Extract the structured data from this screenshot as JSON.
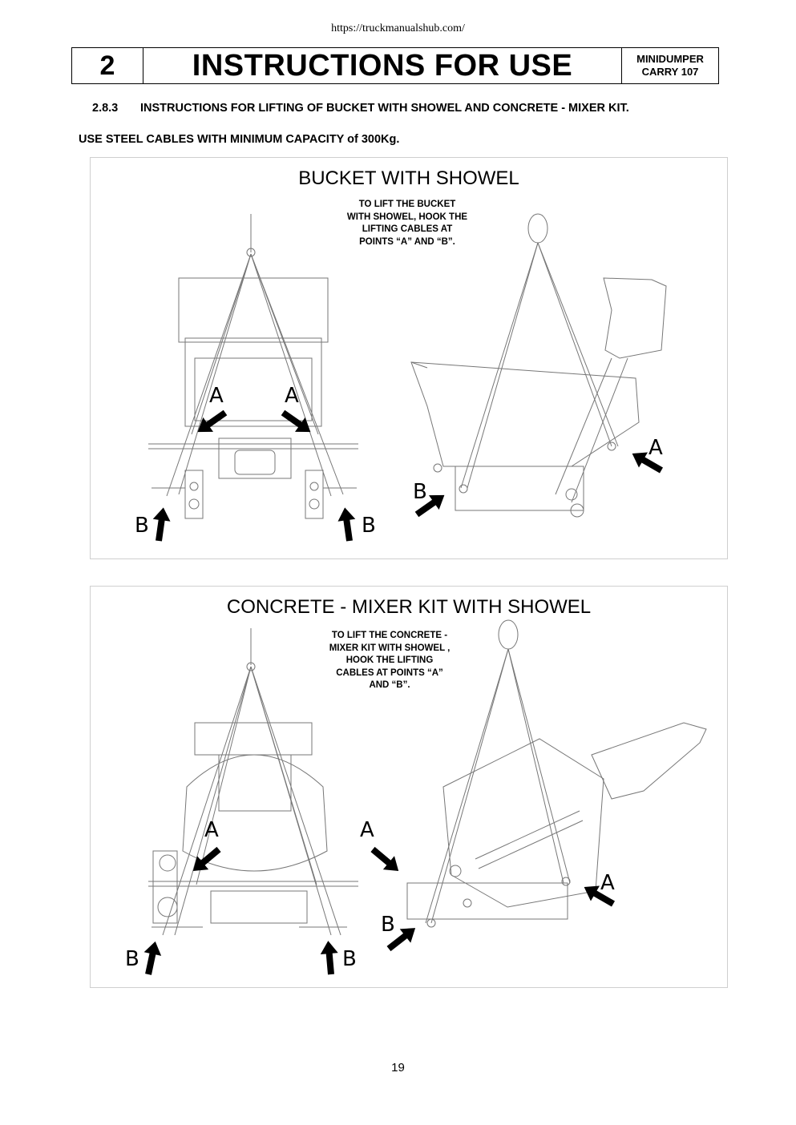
{
  "header": {
    "url": "https://truckmanualshub.com/",
    "chapter_number": "2",
    "chapter_title": "INSTRUCTIONS FOR USE",
    "model_line1": "MINIDUMPER",
    "model_line2": "CARRY 107"
  },
  "section": {
    "number": "2.8.3",
    "title": "INSTRUCTIONS FOR LIFTING OF BUCKET WITH SHOWEL AND CONCRETE - MIXER KIT."
  },
  "warning": "USE STEEL CABLES WITH MINIMUM CAPACITY  of 300Kg.",
  "panel1": {
    "title": "BUCKET WITH SHOWEL",
    "note_lines": [
      "TO LIFT THE BUCKET",
      "WITH SHOWEL, HOOK THE",
      "LIFTING CABLES AT",
      "POINTS “A” AND “B”."
    ],
    "label_a": "A",
    "label_b": "B"
  },
  "panel2": {
    "title": "CONCRETE - MIXER KIT WITH SHOWEL",
    "note_lines": [
      "TO LIFT THE CONCRETE -",
      "MIXER KIT WITH SHOWEL ,",
      "HOOK THE LIFTING",
      "CABLES AT POINTS “A”",
      "AND “B”."
    ],
    "label_a": "A",
    "label_b": "B"
  },
  "footer": {
    "page_number": "19"
  }
}
